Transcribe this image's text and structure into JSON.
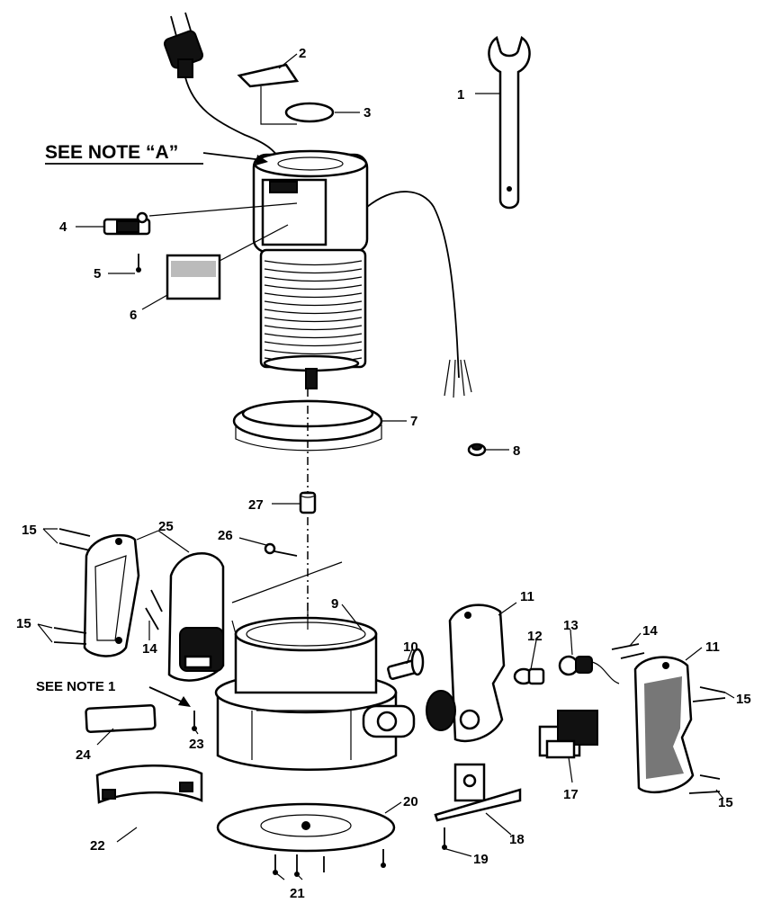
{
  "notes": {
    "note_a": "SEE NOTE “A”",
    "note_1": "SEE NOTE 1"
  },
  "callouts": [
    {
      "id": "c1",
      "label": "1"
    },
    {
      "id": "c2",
      "label": "2"
    },
    {
      "id": "c3",
      "label": "3"
    },
    {
      "id": "c4",
      "label": "4"
    },
    {
      "id": "c5",
      "label": "5"
    },
    {
      "id": "c6",
      "label": "6"
    },
    {
      "id": "c7",
      "label": "7"
    },
    {
      "id": "c8",
      "label": "8"
    },
    {
      "id": "c9",
      "label": "9"
    },
    {
      "id": "c10",
      "label": "10"
    },
    {
      "id": "c11a",
      "label": "11"
    },
    {
      "id": "c11b",
      "label": "11"
    },
    {
      "id": "c12",
      "label": "12"
    },
    {
      "id": "c13",
      "label": "13"
    },
    {
      "id": "c14a",
      "label": "14"
    },
    {
      "id": "c14b",
      "label": "14"
    },
    {
      "id": "c15a",
      "label": "15"
    },
    {
      "id": "c15b",
      "label": "15"
    },
    {
      "id": "c15c",
      "label": "15"
    },
    {
      "id": "c15d",
      "label": "15"
    },
    {
      "id": "c17",
      "label": "17"
    },
    {
      "id": "c18",
      "label": "18"
    },
    {
      "id": "c19",
      "label": "19"
    },
    {
      "id": "c20",
      "label": "20"
    },
    {
      "id": "c21",
      "label": "21"
    },
    {
      "id": "c22",
      "label": "22"
    },
    {
      "id": "c23",
      "label": "23"
    },
    {
      "id": "c24",
      "label": "24"
    },
    {
      "id": "c25",
      "label": "25"
    },
    {
      "id": "c26",
      "label": "26"
    },
    {
      "id": "c27",
      "label": "27"
    }
  ]
}
